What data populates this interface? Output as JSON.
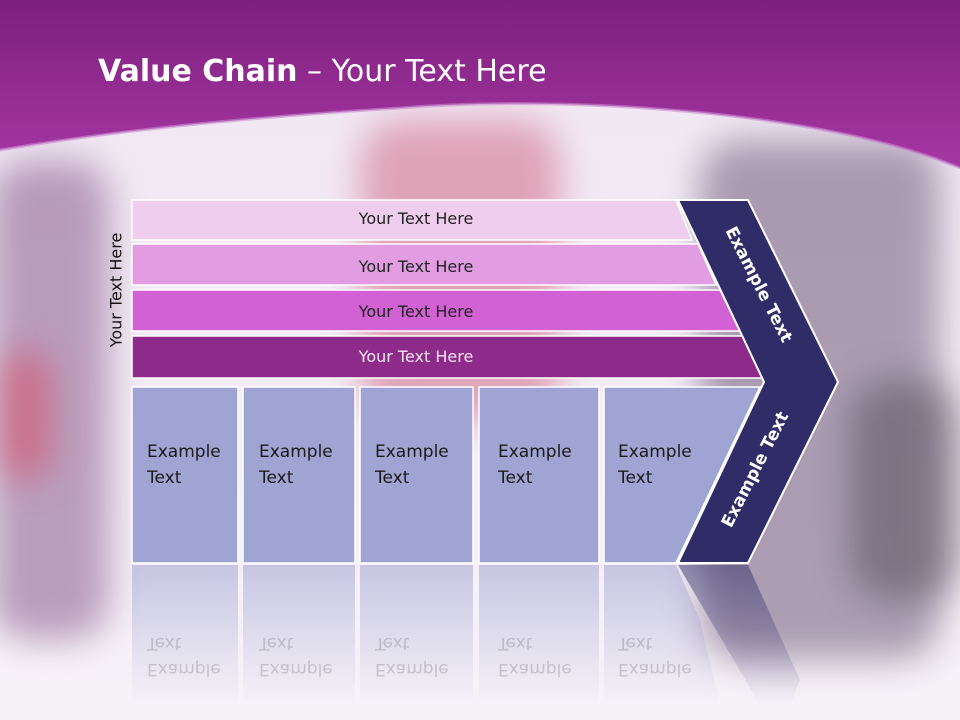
{
  "title": {
    "bold": "Value Chain",
    "rest": " – Your Text Here"
  },
  "side_label": "Your Text Here",
  "rows": [
    {
      "label": "Your Text Here",
      "color": "#efcdef"
    },
    {
      "label": "Your Text Here",
      "color": "#e19ce2"
    },
    {
      "label": "Your Text Here",
      "color": "#d261d4"
    },
    {
      "label": "Your Text Here",
      "color": "#8d2a8a"
    }
  ],
  "columns": [
    {
      "line1": "Example",
      "line2": "Text"
    },
    {
      "line1": "Example",
      "line2": "Text"
    },
    {
      "line1": "Example",
      "line2": "Text"
    },
    {
      "line1": "Example",
      "line2": "Text"
    },
    {
      "line1": "Example",
      "line2": "Text"
    }
  ],
  "arrow": {
    "upper_label": "Example Text",
    "lower_label": "Example Text",
    "color": "#2f2c68"
  },
  "colors": {
    "header": "#9b2f9a",
    "column_fill": "#a0a4d2"
  }
}
